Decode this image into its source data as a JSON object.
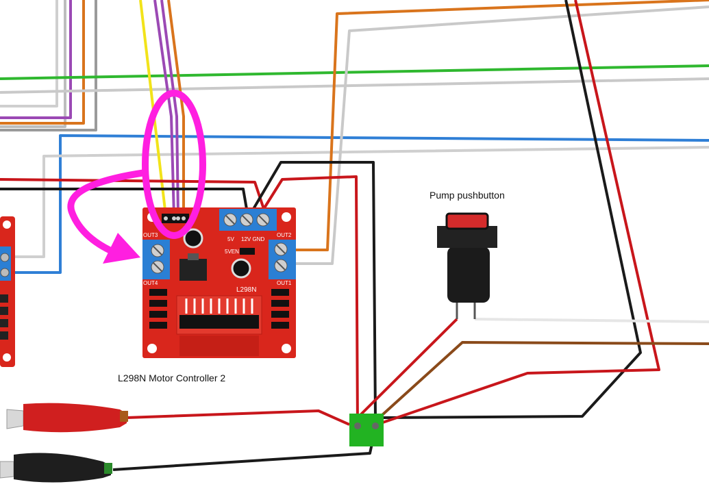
{
  "labels": {
    "controller": "L298N Motor Controller 2",
    "pushbutton": "Pump pushbutton"
  },
  "board": {
    "chip": "L298N",
    "out1": "OUT1",
    "out2": "OUT2",
    "out3": "OUT3",
    "out4": "OUT4",
    "power_labels": "12V GND",
    "five_v": "5V",
    "five_v_en": "5VEN"
  },
  "colors": {
    "board": "#d9261c",
    "terminal": "#2b7fd4",
    "highlight": "#ff1fe0",
    "wire_red": "#c8161b",
    "wire_black": "#1a1a1a",
    "wire_green": "#2fb82f",
    "wire_blue": "#2f7fd6",
    "wire_orange": "#d9741c",
    "wire_purple": "#9b49b4",
    "wire_yellow": "#f2e31a",
    "wire_gray": "#c9c9c9",
    "wire_brown": "#8a4a1a",
    "connector": "#22b322"
  }
}
